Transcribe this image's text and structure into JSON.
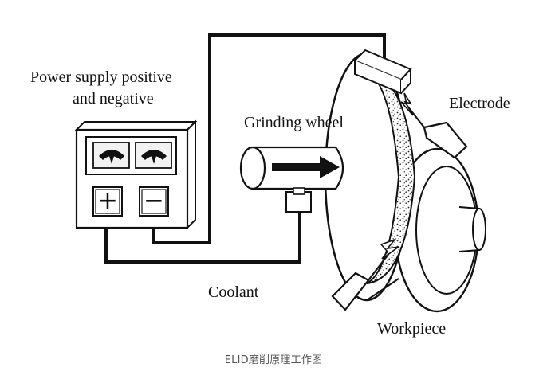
{
  "diagram": {
    "labels": {
      "power_supply_line1": "Power supply positive",
      "power_supply_line2": "and negative",
      "grinding_wheel": "Grinding wheel",
      "electrode": "Electrode",
      "coolant": "Coolant",
      "workpiece": "Workpiece"
    },
    "symbols": {
      "positive": "+",
      "negative": "−"
    },
    "icons": {
      "meters": "gauge-icon",
      "flow_arrow": "arrow-right-icon",
      "sparks": "spark-icon"
    },
    "colors": {
      "line": "#111111",
      "panel": "#f2f2f2"
    }
  },
  "caption": {
    "text": "ELID磨削原理工作图"
  }
}
